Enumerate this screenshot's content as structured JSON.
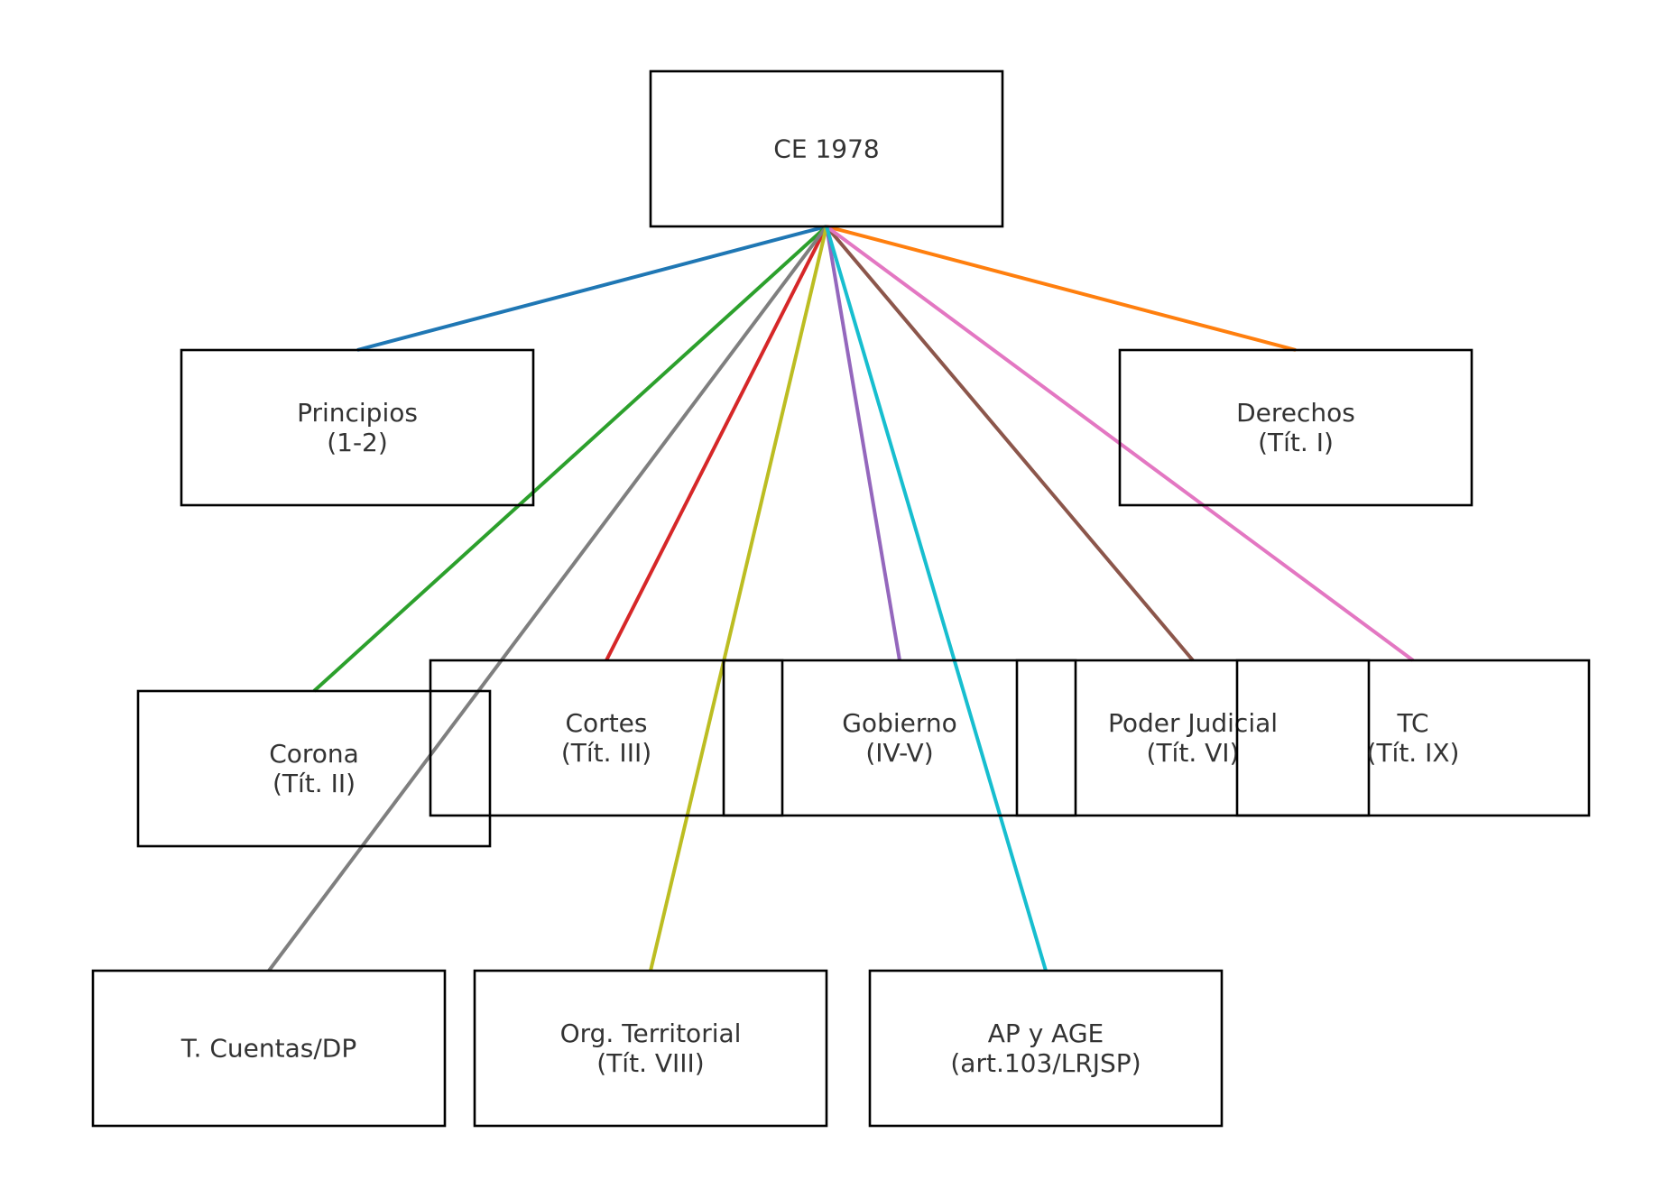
{
  "diagram": {
    "root": {
      "id": "ce",
      "lines": [
        "CE 1978"
      ]
    },
    "nodes": [
      {
        "id": "principios",
        "lines": [
          "Principios",
          "(1-2)"
        ],
        "edge_color": "#1f77b4"
      },
      {
        "id": "derechos",
        "lines": [
          "Derechos",
          "(Tít. I)"
        ],
        "edge_color": "#ff7f0e"
      },
      {
        "id": "corona",
        "lines": [
          "Corona",
          "(Tít. II)"
        ],
        "edge_color": "#2ca02c"
      },
      {
        "id": "cortes",
        "lines": [
          "Cortes",
          "(Tít. III)"
        ],
        "edge_color": "#d62728"
      },
      {
        "id": "gobierno",
        "lines": [
          "Gobierno",
          "(IV-V)"
        ],
        "edge_color": "#9467bd"
      },
      {
        "id": "poder-judicial",
        "lines": [
          "Poder Judicial",
          "(Tít. VI)"
        ],
        "edge_color": "#8c564b"
      },
      {
        "id": "tc",
        "lines": [
          "TC",
          "(Tít. IX)"
        ],
        "edge_color": "#e377c2"
      },
      {
        "id": "t-cuentas-dp",
        "lines": [
          "T. Cuentas/DP"
        ],
        "edge_color": "#7f7f7f"
      },
      {
        "id": "org-territorial",
        "lines": [
          "Org. Territorial",
          "(Tít. VIII)"
        ],
        "edge_color": "#bcbd22"
      },
      {
        "id": "ap-age",
        "lines": [
          "AP y AGE",
          "(art.103/LRJSP)"
        ],
        "edge_color": "#17becf"
      }
    ]
  }
}
